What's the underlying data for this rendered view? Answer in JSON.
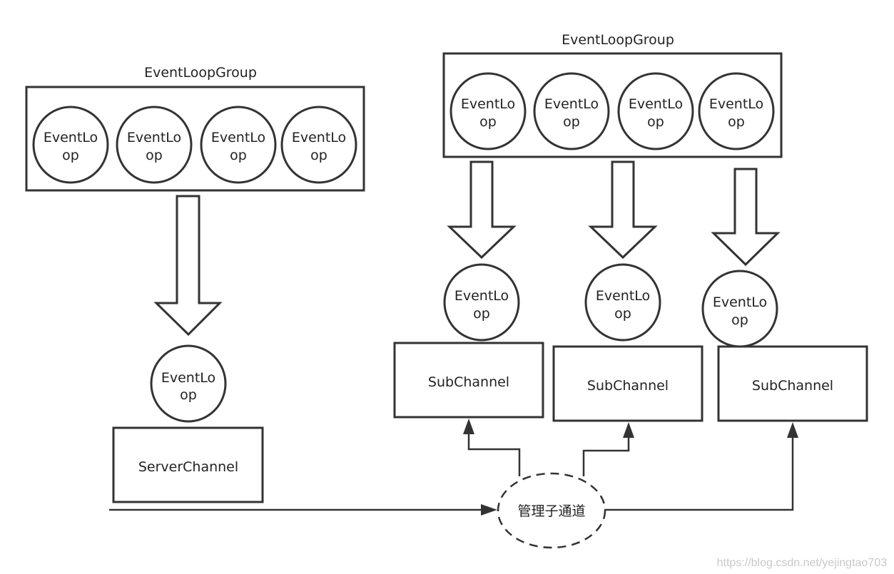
{
  "left_group": {
    "title": "EventLoopGroup",
    "loops": [
      [
        "EventLo",
        "op"
      ],
      [
        "EventLo",
        "op"
      ],
      [
        "EventLo",
        "op"
      ],
      [
        "EventLo",
        "op"
      ]
    ]
  },
  "right_group": {
    "title": "EventLoopGroup",
    "loops": [
      [
        "EventLo",
        "op"
      ],
      [
        "EventLo",
        "op"
      ],
      [
        "EventLo",
        "op"
      ],
      [
        "EventLo",
        "op"
      ]
    ]
  },
  "server": {
    "loop": [
      "EventLo",
      "op"
    ],
    "channel_label": "ServerChannel"
  },
  "subs": [
    {
      "loop": [
        "EventLo",
        "op"
      ],
      "channel_label": "SubChannel"
    },
    {
      "loop": [
        "EventLo",
        "op"
      ],
      "channel_label": "SubChannel"
    },
    {
      "loop": [
        "EventLo",
        "op"
      ],
      "channel_label": "SubChannel"
    }
  ],
  "manager": {
    "label": "管理子通道"
  },
  "watermark": "https://blog.csdn.net/yejingtao703"
}
